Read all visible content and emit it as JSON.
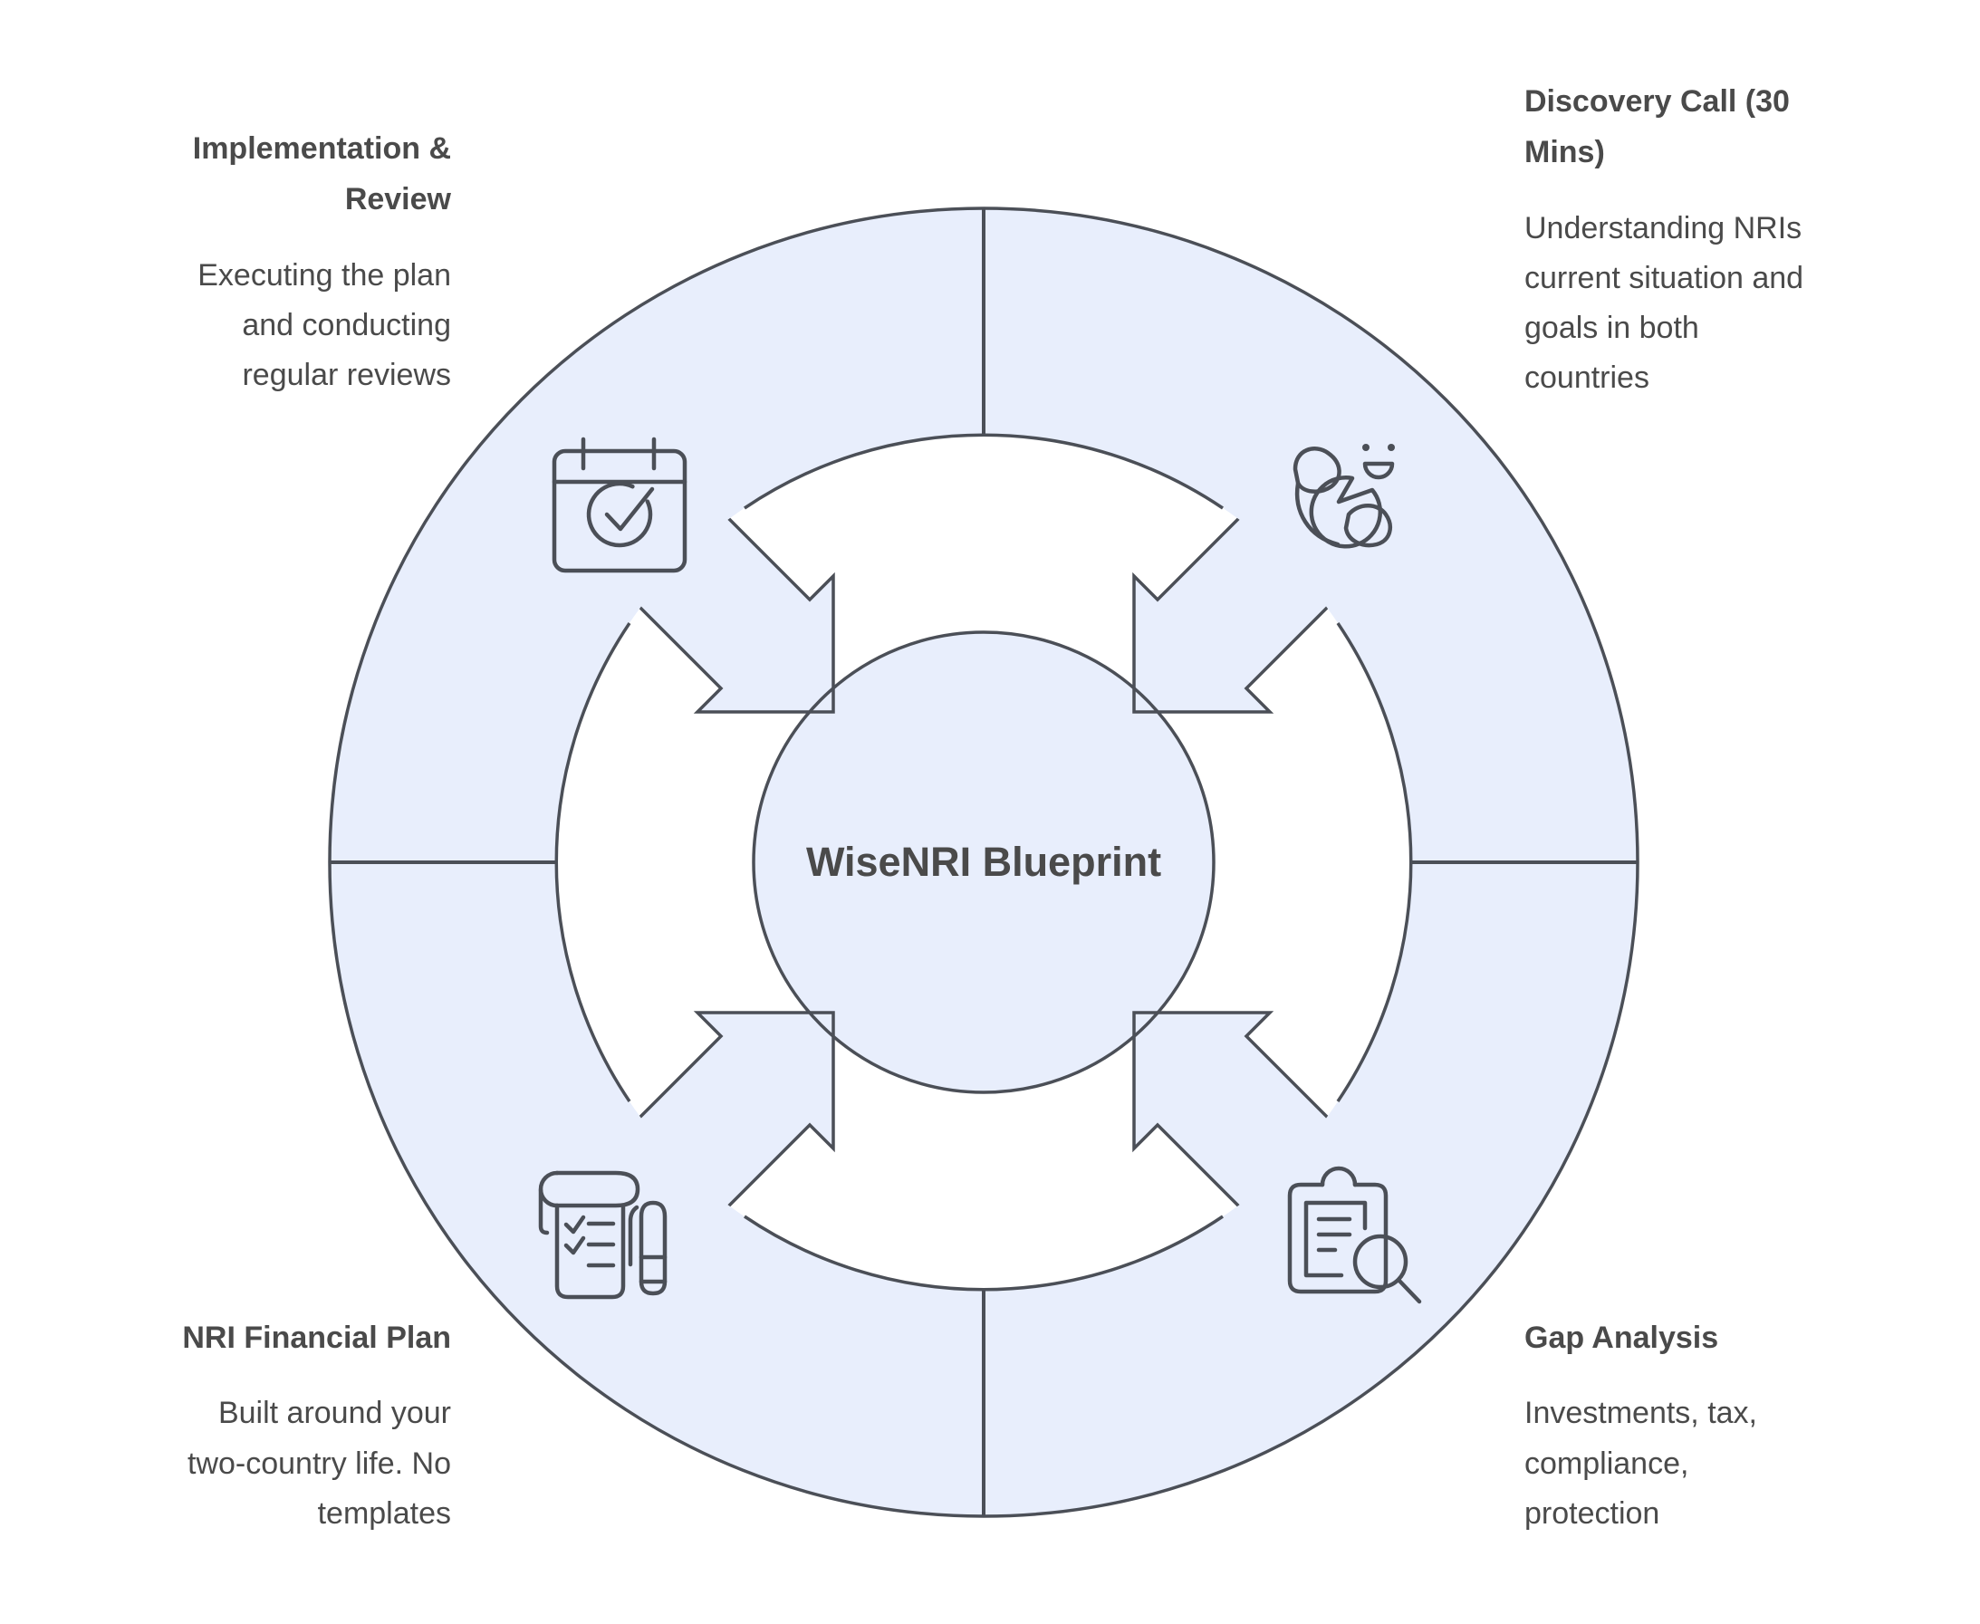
{
  "diagram": {
    "center_label": "WiseNRI Blueprint",
    "colors": {
      "background": "#ffffff",
      "ring_fill": "#e8eefc",
      "band_fill": "#ffffff",
      "outline": "#4b4f57",
      "text": "#4a4a4a"
    },
    "steps": [
      {
        "position": "top-right",
        "icon": "phone-chat-icon",
        "title": "Discovery Call (30\nMins)",
        "description": "Understanding NRIs\ncurrent situation and\ngoals in both\ncountries"
      },
      {
        "position": "bottom-right",
        "icon": "clipboard-search-icon",
        "title": "Gap Analysis",
        "description": "Investments, tax,\ncompliance,\nprotection"
      },
      {
        "position": "bottom-left",
        "icon": "scroll-checklist-pen-icon",
        "title": "NRI Financial Plan",
        "description": "Built around your\ntwo-country life. No\ntemplates"
      },
      {
        "position": "top-left",
        "icon": "calendar-check-icon",
        "title": "Implementation &\nReview",
        "description": "Executing the plan\nand conducting\nregular reviews"
      }
    ]
  }
}
